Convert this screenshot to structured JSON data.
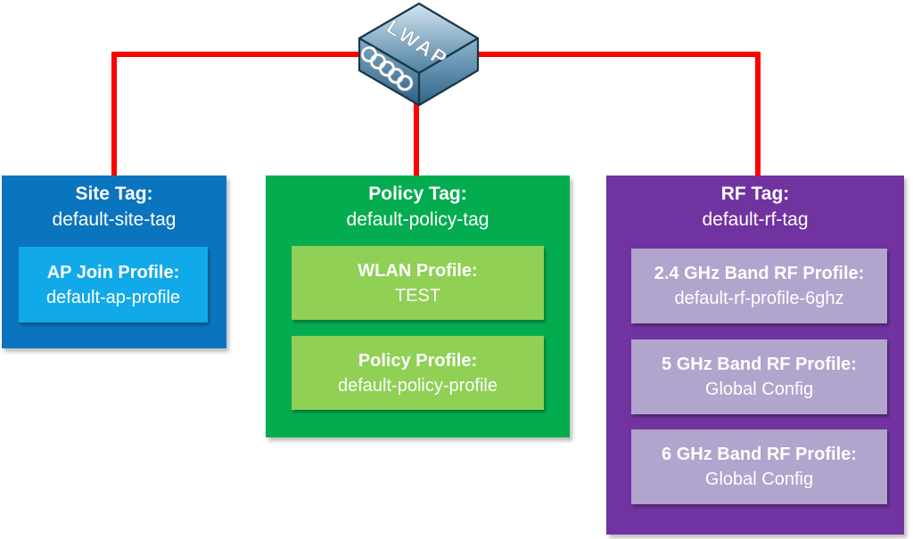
{
  "device": {
    "label": "LWAP"
  },
  "colors": {
    "connector_red": "#ff0000",
    "site_tag_bg": "#0b74be",
    "site_profile_bg": "#12a9e8",
    "policy_tag_bg": "#04ac50",
    "policy_profile_bg": "#8fd055",
    "rf_tag_bg": "#7133a0",
    "rf_profile_bg": "#b1a4cd",
    "text": "#ffffff"
  },
  "tags": [
    {
      "id": "site",
      "title": "Site Tag:",
      "value": "default-site-tag",
      "profiles": [
        {
          "title": "AP Join Profile:",
          "value": "default-ap-profile"
        }
      ]
    },
    {
      "id": "policy",
      "title": "Policy Tag:",
      "value": "default-policy-tag",
      "profiles": [
        {
          "title": "WLAN Profile:",
          "value": "TEST"
        },
        {
          "title": "Policy Profile:",
          "value": "default-policy-profile"
        }
      ]
    },
    {
      "id": "rf",
      "title": "RF Tag:",
      "value": "default-rf-tag",
      "profiles": [
        {
          "title": "2.4 GHz Band RF Profile:",
          "value": "default-rf-profile-6ghz"
        },
        {
          "title": "5 GHz Band RF Profile:",
          "value": "Global Config"
        },
        {
          "title": "6 GHz Band RF Profile:",
          "value": "Global Config"
        }
      ]
    }
  ]
}
